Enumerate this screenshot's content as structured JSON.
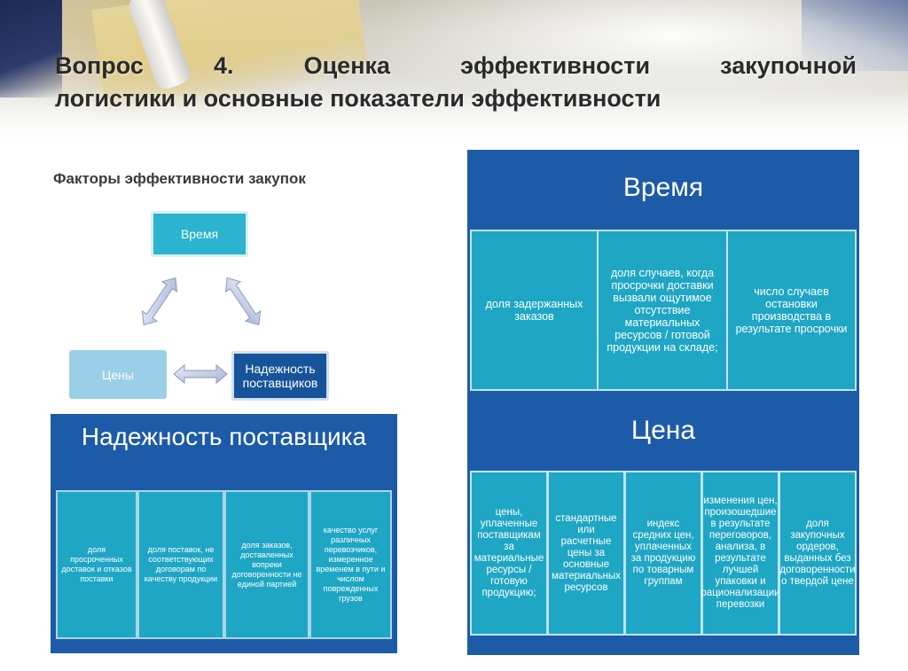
{
  "title": {
    "line1_words": [
      "Вопрос",
      "4.",
      "Оценка",
      "эффективности",
      "закупочной"
    ],
    "line2": "логистики и основные показатели эффективности"
  },
  "subtitle": "Факторы эффективности закупок",
  "diagram": {
    "time": "Время",
    "price": "Цены",
    "reliability": "Надежность поставщиков"
  },
  "reliability_panel": {
    "title": "Надежность поставщика",
    "cells": [
      "доля просроченных доставок и отказов поставки",
      "доля поставок, не соответствующих договорам по качеству продукции",
      "доля заказов, доставленных вопреки договоренности не единой партией",
      "качество услуг различных перевозчиков, измеренное временем в пути и числом поврежденных грузов"
    ]
  },
  "time_panel": {
    "title": "Время",
    "cells": [
      "доля задержанных заказов",
      "доля случаев, когда просрочки доставки вызвали ощутимое отсутствие материальных ресурсов / готовой продукции на складе;",
      "число случаев остановки производства в результате просрочки"
    ]
  },
  "price_panel": {
    "title": "Цена",
    "cells": [
      "цены, уплаченные поставщикам за материальные ресурсы / готовую продукцию;",
      "стандартные или расчетные цены за основные материальных ресурсов",
      "индекс средних цен, уплаченных за продукцию по товарным группам",
      "изменения цен, произошедшие в результате переговоров, анализа, в результате лучшей упаковки и рационализации перевозки",
      "доля закупочных ордеров, выданных без договоренности о твердой цене"
    ]
  },
  "colors": {
    "panel_blue": "#1d5ba8",
    "cell_teal": "#1fa6c5",
    "time_box": "#2bb3cf",
    "price_box": "#9bcfe8",
    "reliability_box": "#17539a"
  }
}
